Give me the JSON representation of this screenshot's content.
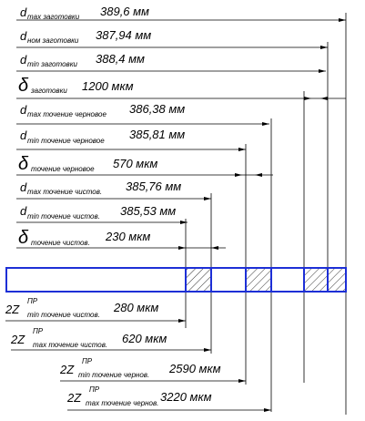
{
  "rows_top": [
    {
      "sym": "d",
      "sub": "max заготовки",
      "val": "389,6 мм"
    },
    {
      "sym": "d",
      "sub": "ном заготовки",
      "val": "387,94 мм"
    },
    {
      "sym": "d",
      "sub": "min заготовки",
      "val": "388,4 мм"
    },
    {
      "sym": "δ",
      "sub": "заготовки",
      "val": "1200 мкм"
    },
    {
      "sym": "d",
      "sub": "max точение черновое",
      "val": "386,38 мм"
    },
    {
      "sym": "d",
      "sub": "min точение черновое",
      "val": "385,81 мм"
    },
    {
      "sym": "δ",
      "sub": "точение черновое",
      "val": "570 мкм"
    },
    {
      "sym": "d",
      "sub": "max точение чистов.",
      "val": "385,76 мм"
    },
    {
      "sym": "d",
      "sub": "min точение чистов.",
      "val": "385,53 мм"
    },
    {
      "sym": "δ",
      "sub": "точение чистов.",
      "val": "230 мкм"
    }
  ],
  "rows_bottom": [
    {
      "sym": "2Z",
      "sup": "ПР",
      "sub": "min точение чистов.",
      "val": "280 мкм"
    },
    {
      "sym": "2Z",
      "sup": "ПР",
      "sub": "max точение чистов.",
      "val": "620 мкм"
    },
    {
      "sym": "2Z",
      "sup": "ПР",
      "sub": "min точение чернов.",
      "val": "2590 мкм"
    },
    {
      "sym": "2Z",
      "sup": "ПР",
      "sub": "max точение чернов.",
      "val": "3220 мкм"
    }
  ],
  "colors": {
    "part_outline": "#1d2fd6",
    "lines": "#000000"
  }
}
